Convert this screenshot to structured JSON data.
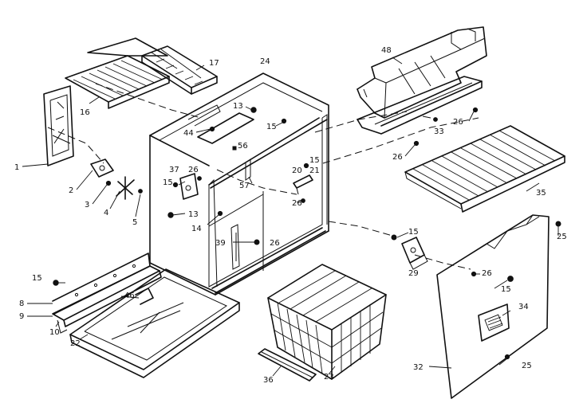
{
  "diagram": {
    "callouts": {
      "c1": "1",
      "c2": "2",
      "c3": "3",
      "c4": "4",
      "c5": "5",
      "c8": "8",
      "c9": "9",
      "c10": "10",
      "c13a": "13",
      "c13b": "13",
      "c14": "14",
      "c15a": "15",
      "c15b": "15",
      "c15c": "15",
      "c15d": "15",
      "c15e": "15",
      "c15f": "15",
      "c16": "16",
      "c17": "17",
      "c20": "20",
      "c21": "21",
      "c22": "22",
      "c23": "23",
      "c24": "24",
      "c25a": "25",
      "c25b": "25",
      "c26a": "26",
      "c26b": "26",
      "c26c": "26",
      "c26d": "26",
      "c26e": "26",
      "c29": "29",
      "c32": "32",
      "c33": "33",
      "c34": "34",
      "c35": "35",
      "c36": "36",
      "c37": "37",
      "c39": "39",
      "c44": "44",
      "c46": "46",
      "c48": "48",
      "c56": "56",
      "c57": "57"
    }
  }
}
